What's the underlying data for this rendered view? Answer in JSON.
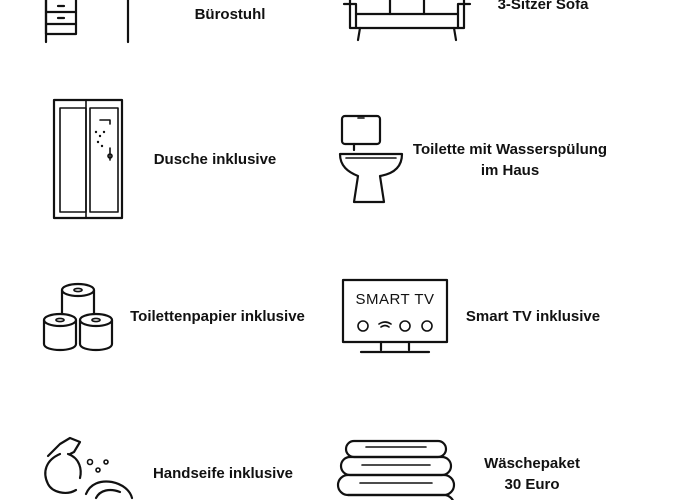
{
  "amenities": [
    {
      "icon": "desk-icon",
      "label": "Bürostuhl"
    },
    {
      "icon": "sofa-icon",
      "label": "3-Sitzer Sofa"
    },
    {
      "icon": "shower-icon",
      "label": "Dusche inklusive"
    },
    {
      "icon": "toilet-icon",
      "label_line1": "Toilette mit Wasserspülung",
      "label_line2": "im Haus"
    },
    {
      "icon": "toilet-paper-icon",
      "label": "Toilettenpapier inklusive"
    },
    {
      "icon": "tv-icon",
      "screen_text": "SMART TV",
      "label": "Smart TV inklusive"
    },
    {
      "icon": "hand-soap-icon",
      "label": "Handseife inklusive"
    },
    {
      "icon": "towels-icon",
      "label_line1": "Wäschepaket",
      "label_line2": "30 Euro"
    }
  ]
}
